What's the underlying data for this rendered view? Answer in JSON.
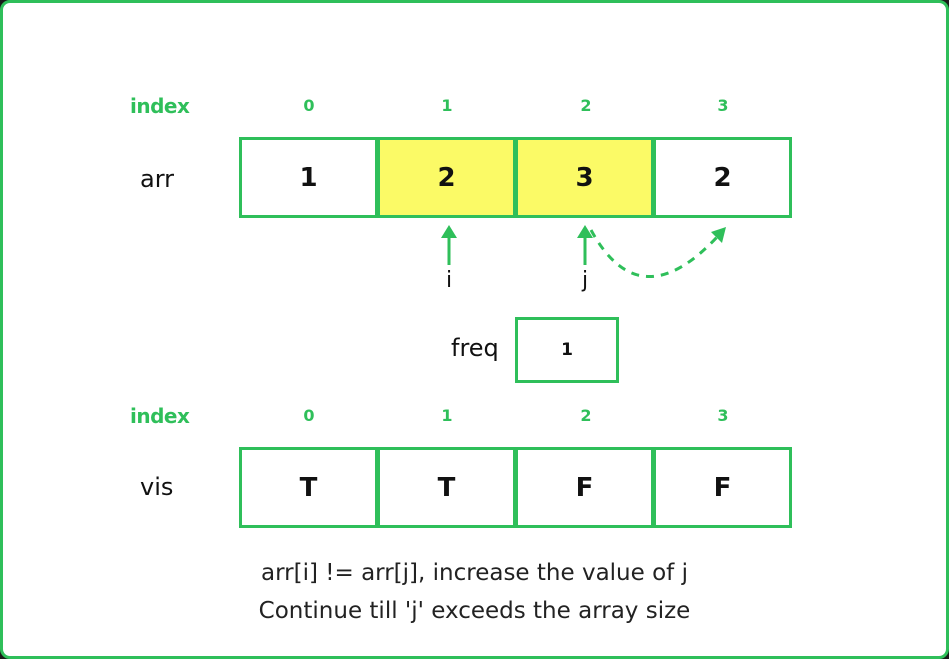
{
  "index_label": "index",
  "arr": {
    "label": "arr",
    "indices": [
      "0",
      "1",
      "2",
      "3"
    ],
    "values": [
      "1",
      "2",
      "3",
      "2"
    ]
  },
  "pointers": {
    "i": "i",
    "j": "j"
  },
  "freq": {
    "label": "freq",
    "value": "1"
  },
  "vis": {
    "label": "vis",
    "indices": [
      "0",
      "1",
      "2",
      "3"
    ],
    "values": [
      "T",
      "T",
      "F",
      "F"
    ]
  },
  "captions": {
    "line1": "arr[i] != arr[j], increase the value of j",
    "line2": "Continue till 'j' exceeds the array size"
  },
  "colors": {
    "accent_green": "#2fbf5a",
    "highlight_yellow": "#fbfa66"
  }
}
